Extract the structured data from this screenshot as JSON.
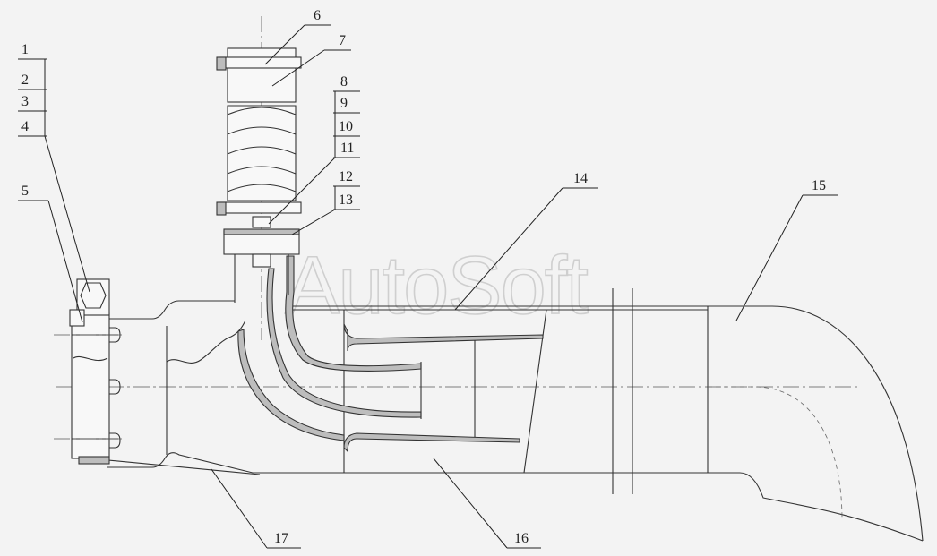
{
  "watermark": "AutoSoft",
  "labels": [
    "1",
    "2",
    "3",
    "4",
    "5",
    "6",
    "7",
    "8",
    "9",
    "10",
    "11",
    "12",
    "13",
    "14",
    "15",
    "16",
    "17"
  ]
}
